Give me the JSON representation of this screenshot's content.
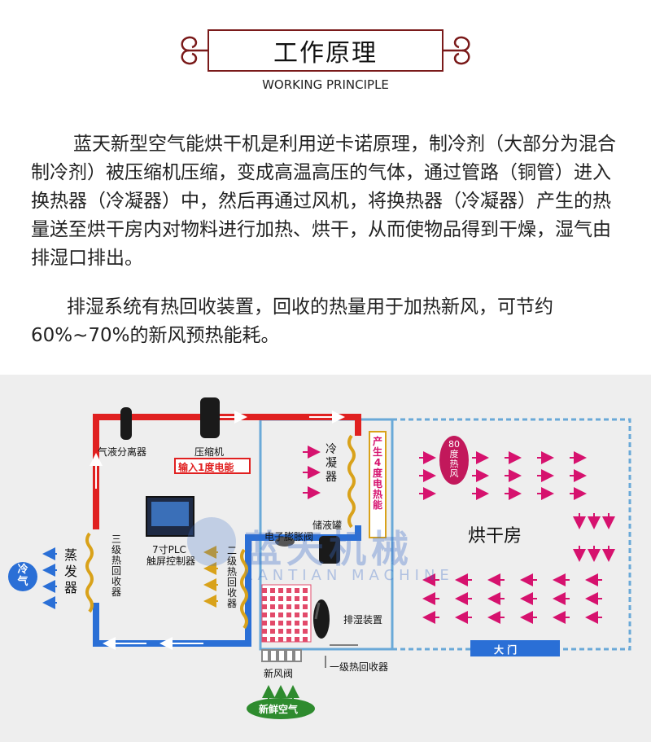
{
  "header": {
    "title": "工作原理",
    "subtitle": "WORKING PRINCIPLE"
  },
  "paragraphs": [
    "蓝天新型空气能烘干机是利用逆卡诺原理，制冷剂（大部分为混合制冷剂）被压缩机压缩，变成高温高压的气体，通过管路（铜管）进入换热器（冷凝器）中，然后再通过风机，将换热器（冷凝器）产生的热量送至烘干房内对物料进行加热、烘干，从而使物品得到干燥，湿气由排湿口排出。",
    "排湿系统有热回收装置，回收的热量用于加热新风，可节约60%~70%的新风预热能耗。"
  ],
  "diagram": {
    "watermark_cn": "蓝天机械",
    "watermark_en": "LANTIAN MACHINE",
    "labels": {
      "gas_liquid_separator": "气液分离器",
      "compressor": "压缩机",
      "input_power": "输入1度电能",
      "condenser": "冷凝器",
      "produce_heat": "产生4度电热能",
      "liquid_receiver": "储液罐",
      "expansion_valve": "电子膨胀阀",
      "plc_line1": "7寸PLC",
      "plc_line2": "触屏控制器",
      "evaporator": "蒸发器",
      "level3_recovery": "三级热回收器",
      "level2_recovery": "二级热回收器",
      "cold_air": "冷气",
      "hot_air": "80度热风",
      "drying_room": "烘干房",
      "exhaust_device": "排湿装置",
      "level1_recovery": "一级热回收器",
      "fresh_air_valve": "新风阀",
      "fresh_air": "新鲜空气",
      "door": "大 门"
    },
    "colors": {
      "hot_pipe": "#e02020",
      "cold_pipe": "#2a6fd6",
      "coil": "#d9a21a",
      "magenta_arrow": "#d6126e",
      "door": "#2a6fd6",
      "fresh_green": "#2e8b2e"
    }
  }
}
